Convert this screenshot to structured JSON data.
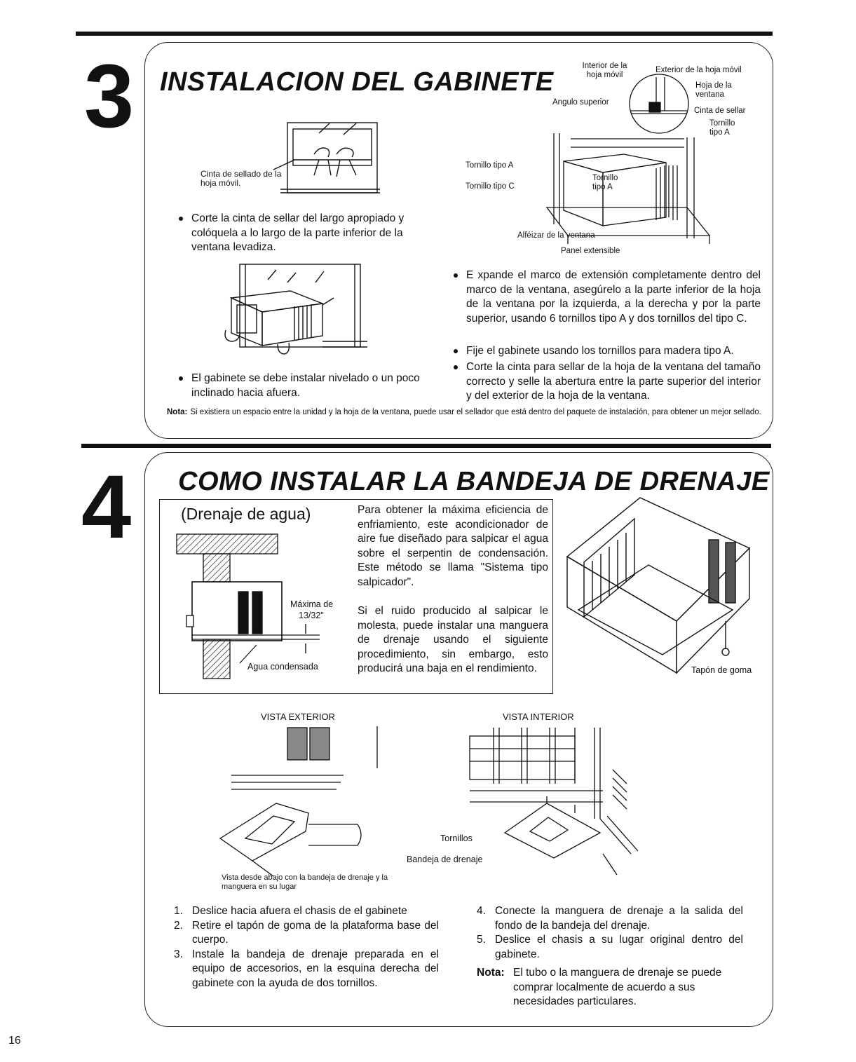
{
  "section3": {
    "number": "3",
    "title": "INSTALACION DEL GABINETE",
    "fig1": {
      "callout": "Cinta de sellado de la hoja móvil."
    },
    "bullet1": "Corte la cinta de sellar del largo apropiado y colóquela a lo largo de la parte inferior de la ventana levadiza.",
    "bullet2": "El gabinete se debe instalar nivelado o un poco inclinado hacia afuera.",
    "fig3": {
      "interior_hoja": "Interior de la hoja móvil",
      "exterior_hoja": "Exterior de la hoja móvil",
      "hoja_ventana": "Hoja de la ventana",
      "angulo": "Angulo superior",
      "cinta_sellar": "Cinta de sellar",
      "tornillo_a_top": "Tornillo tipo A",
      "tornillo_a": "Tornillo tipo A",
      "tornillo_c": "Tornillo tipo C",
      "tornillo_a_mid": "Tornillo tipo A",
      "alfeizar": "Alféizar de la ventana",
      "panel": "Panel extensible"
    },
    "right_bullets": [
      "E xpande el marco de extensión completamente dentro del marco de la ventana, asegúrelo a la parte inferior de la hoja de la ventana por la izquierda, a la derecha y por la parte superior, usando 6 tornillos tipo A y dos tornillos del tipo C.",
      "Fije el gabinete usando los tornillos para madera tipo A.",
      "Corte la cinta para sellar de la hoja de la ventana del tamaño correcto y selle la abertura entre la parte superior del interior y del exterior de la hoja de la ventana."
    ],
    "note_label": "Nota:",
    "note": "Si existiera un espacio entre la unidad y la hoja de la ventana, puede usar el sellador que está dentro del paquete de instalación, para obtener un mejor sellado."
  },
  "section4": {
    "number": "4",
    "title": "COMO INSTALAR LA BANDEJA DE DRENAJE",
    "box": {
      "subtitle": "(Drenaje de agua)",
      "maxima": "Máxima de",
      "measure": "13/32\"",
      "agua": "Agua condensada",
      "paragraph1": "Para obtener la máxima eficiencia de enfriamiento, este acondicionador de aire fue diseñado para salpicar el agua sobre el serpentin de condensación. Este método se llama \"Sistema tipo salpicador\".",
      "paragraph2": "Si el ruido producido al salpicar le molesta, puede instalar una manguera de drenaje usando el siguiente procedimiento, sin embargo, esto producirá una baja en el rendimiento."
    },
    "tapon": "Tapón de goma",
    "vista_exterior": "VISTA EXTERIOR",
    "vista_interior": "VISTA INTERIOR",
    "vista_desde": "Vista desde abajo con la bandeja de drenaje y la manguera en su lugar",
    "tornillos": "Tornillos",
    "bandeja": "Bandeja de drenaje",
    "steps_left": [
      {
        "n": "1.",
        "text": "Deslice hacia afuera el chasis de el gabinete"
      },
      {
        "n": "2.",
        "text": "Retire el tapón de goma de la plataforma base del cuerpo."
      },
      {
        "n": "3.",
        "text": "Instale la bandeja de drenaje preparada en el equipo de accesorios, en la esquina derecha del gabinete con la ayuda de dos tornillos."
      }
    ],
    "steps_right": [
      {
        "n": "4.",
        "text": "Conecte la manguera de drenaje a la salida del fondo de la bandeja del drenaje."
      },
      {
        "n": "5.",
        "text": "Deslice el chasis a su lugar original dentro del gabinete."
      }
    ],
    "note_label": "Nota:",
    "note": "El tubo o la manguera de drenaje se puede comprar localmente de acuerdo a sus necesidades particulares."
  },
  "page_number": "16"
}
